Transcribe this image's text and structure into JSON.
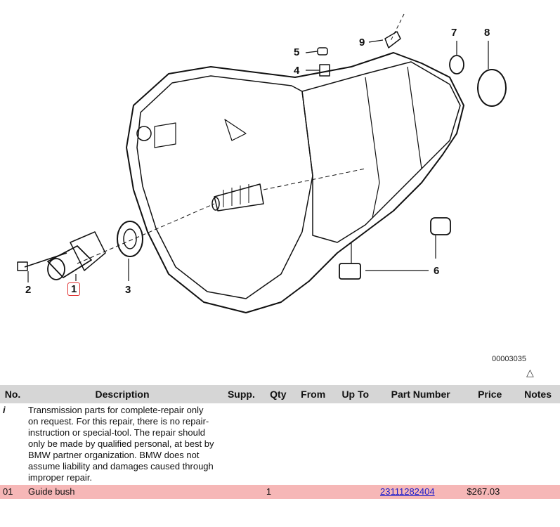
{
  "diagram": {
    "id_label": "00003035",
    "warning_symbol": "△",
    "callouts": [
      "1",
      "2",
      "3",
      "4",
      "5",
      "6",
      "7",
      "8",
      "9"
    ]
  },
  "table": {
    "headers": {
      "no": "No.",
      "description": "Description",
      "supp": "Supp.",
      "qty": "Qty",
      "from": "From",
      "up_to": "Up To",
      "part_number": "Part Number",
      "price": "Price",
      "notes": "Notes"
    },
    "info_row": {
      "no": "i",
      "description": "Transmission parts for complete-repair only\non request. For this repair, there is no repair-instruction or special-tool. The repair should only be made by qualified personal, at best by BMW partner organization. BMW does not assume liability and damages caused through improper repair."
    },
    "rows": [
      {
        "no": "01",
        "description": "Guide bush",
        "supp": "",
        "qty": "1",
        "from": "",
        "up_to": "",
        "part_number": "23111282404",
        "price": "$267.03",
        "notes": ""
      }
    ]
  },
  "colors": {
    "highlight_row": "#f6b7b7",
    "header_bg": "#d6d6d6",
    "link": "#1a1acc",
    "callout_box": "#e03030"
  }
}
